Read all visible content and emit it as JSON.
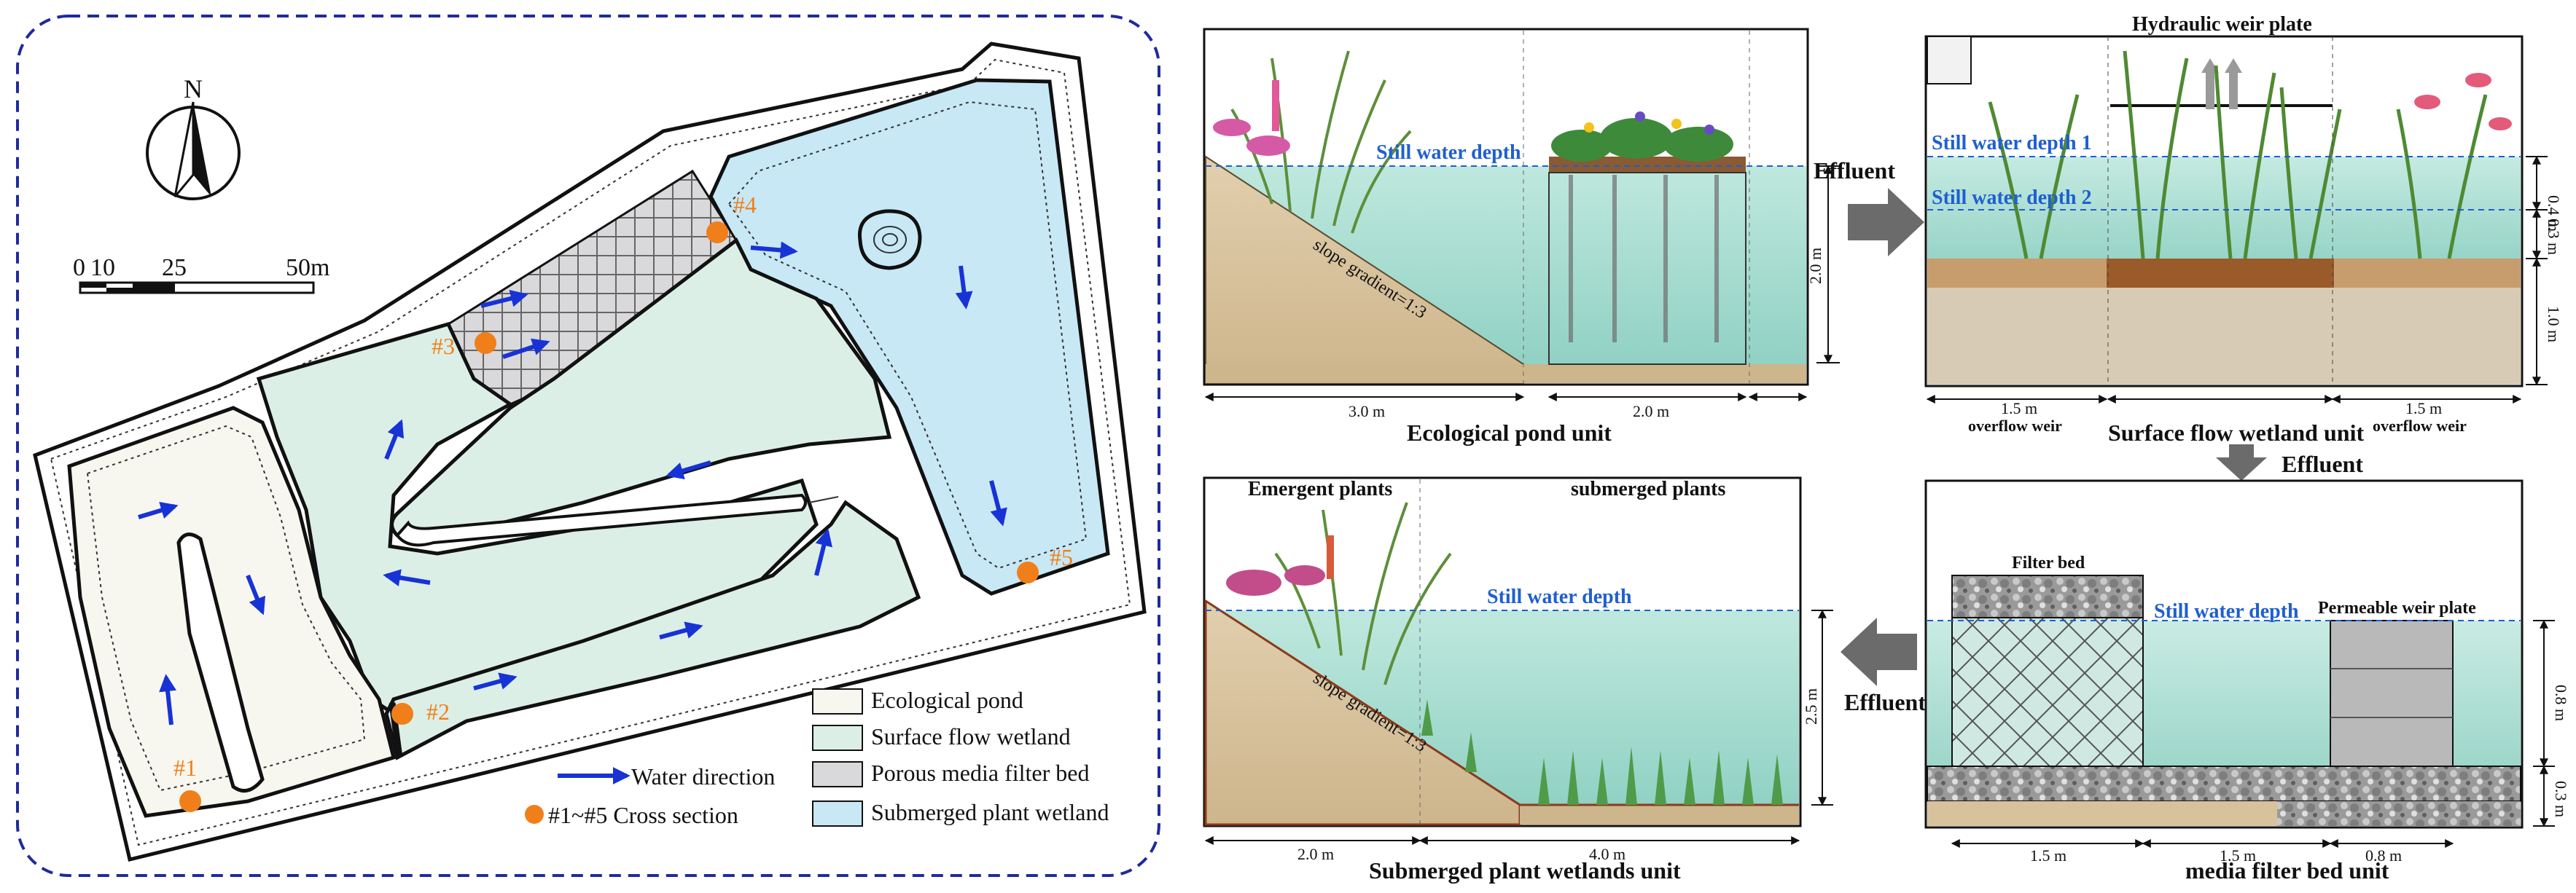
{
  "colors": {
    "pond": "#f7f7ef",
    "surface": "#dcefe7",
    "filter": "#d9d9dc",
    "submerged": "#c8e8f6",
    "arrow": "#1733d6",
    "marker": "#f07f1a",
    "water_line": "#1f5fd0",
    "frame": "#1f2a9e",
    "gray_arrow": "#6b6b6b"
  },
  "plan": {
    "north": "N",
    "scale": {
      "ticks": [
        "0",
        "10",
        "25",
        "50m"
      ]
    },
    "sections": [
      "#1",
      "#2",
      "#3",
      "#4",
      "#5"
    ],
    "legend": {
      "water_direction": "Water direction",
      "cross_section": "#1~#5  Cross section",
      "ecological_pond": "Ecological pond",
      "surface_flow": "Surface flow wetland",
      "filter_bed": "Porous media filter bed",
      "submerged": "Submerged plant wetland"
    }
  },
  "pond_unit": {
    "title": "Ecological pond unit",
    "still_water": "Still water depth",
    "slope": "slope gradient=1:3",
    "depth": "2.0 m",
    "width_left": "3.0 m",
    "width_right": "2.0 m"
  },
  "effluent_1": "Effluent",
  "effluent_2": "Effluent",
  "effluent_3": "Effluent",
  "surface_unit": {
    "title": "Surface flow wetland unit",
    "weir_plate": "Hydraulic weir plate",
    "still_water_1": "Still water depth 1",
    "still_water_2": "Still water depth 2",
    "dim_04": "0.4 m",
    "dim_03": "0.3 m",
    "dim_10": "1.0 m",
    "left_width": "1.5 m",
    "left_label": "overflow weir",
    "right_width": "1.5 m",
    "right_label": "overflow weir"
  },
  "submerged_unit": {
    "title": "Submerged plant wetlands unit",
    "emergent": "Emergent plants",
    "submerged": "submerged plants",
    "still_water": "Still water depth",
    "slope": "slope gradient=1:3",
    "depth": "2.5 m",
    "width_left": "2.0 m",
    "width_right": "4.0 m"
  },
  "filter_unit": {
    "title": "media filter bed unit",
    "filter_bed": "Filter bed",
    "permeable": "Permeable weir plate",
    "still_water": "Still water depth",
    "dim_08": "0.8 m",
    "dim_03": "0.3 m",
    "w1": "1.5 m",
    "w2": "1.5 m",
    "w3": "0.8 m"
  }
}
